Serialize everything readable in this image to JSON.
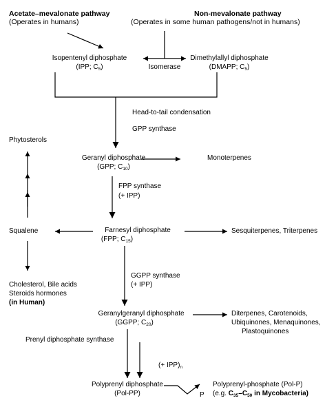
{
  "pathways": {
    "mevalonate_title": "Acetate–mevalonate pathway",
    "mevalonate_note": "(Operates in humans)",
    "nonmevalonate_title": "Non-mevalonate pathway",
    "nonmevalonate_note": "(Operates in some human pathogens/not in humans)"
  },
  "nodes": {
    "ipp": {
      "name": "Isopentenyl diphosphate",
      "abbr_prefix": "(IPP; C",
      "abbr_sub": "5",
      "abbr_suffix": ")"
    },
    "dmapp": {
      "name": "Dimethylallyl diphosphate",
      "abbr_prefix": "(DMAPP; C",
      "abbr_sub": "5",
      "abbr_suffix": ")"
    },
    "isomerase": "Isomerase",
    "gpp": {
      "name": "Geranyl diphosphate",
      "abbr_prefix": "(GPP; C",
      "abbr_sub": "10",
      "abbr_suffix": ")"
    },
    "monoterpenes": "Monoterpenes",
    "phytosterols": "Phytosterols",
    "fpp": {
      "name": "Farnesyl diphosphate",
      "abbr_prefix": "(FPP; C",
      "abbr_sub": "15",
      "abbr_suffix": ")"
    },
    "squalene": "Squalene",
    "sesquiterpenes": "Sesquiterpenes, Triterpenes",
    "cholesterol_line1": "Cholesterol, Bile acids",
    "cholesterol_line2": "Steroids hormones",
    "cholesterol_line3": "(in Human)",
    "ggpp": {
      "name": "Geranylgeranyl diphosphate",
      "abbr_prefix": "(GGPP; C",
      "abbr_sub": "20",
      "abbr_suffix": ")"
    },
    "diterpenes_line1": "Diterpenes, Carotenoids,",
    "diterpenes_line2": "Ubiquinones, Menaquinones,",
    "diterpenes_line3": "Plastoquinones",
    "polpp": {
      "name": "Polyprenyl diphosphate",
      "abbr": "(Pol-PP)"
    },
    "polp": {
      "name": "Polyprenyl-phosphate (Pol-P)",
      "abbr_prefix": "(e.g. ",
      "range_a": "C",
      "range_a_sub": "35",
      "range_dash": "–C",
      "range_b_sub": "50",
      "range_suffix": " in Mycobacteria)"
    },
    "p_label": "P"
  },
  "enzymes": {
    "condensation": "Head-to-tail condensation",
    "gpp_synthase": "GPP synthase",
    "fpp_synthase_line1": "FPP synthase",
    "fpp_synthase_line2": "(+ IPP)",
    "ggpp_synthase_line1": "GGPP synthase",
    "ggpp_synthase_line2": "(+ IPP)",
    "prenyl_synthase": "Prenyl diphosphate synthase",
    "ipp_n_prefix": "(+ IPP)",
    "ipp_n_sub": "n"
  }
}
